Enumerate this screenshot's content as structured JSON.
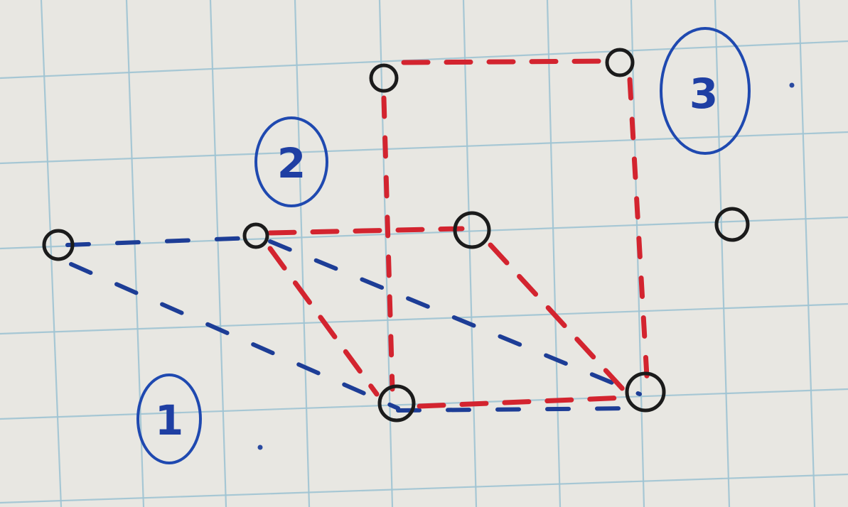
{
  "labels": {
    "one": "1",
    "two": "2",
    "three": "3"
  },
  "colors": {
    "paper": "#e8e7e2",
    "grid": "#9ec3d3",
    "vertex": "#1b1b1b",
    "red_dashes": "#d3242f",
    "blue_dashes": "#1d3d96",
    "label_ink": "#1f49b0"
  }
}
